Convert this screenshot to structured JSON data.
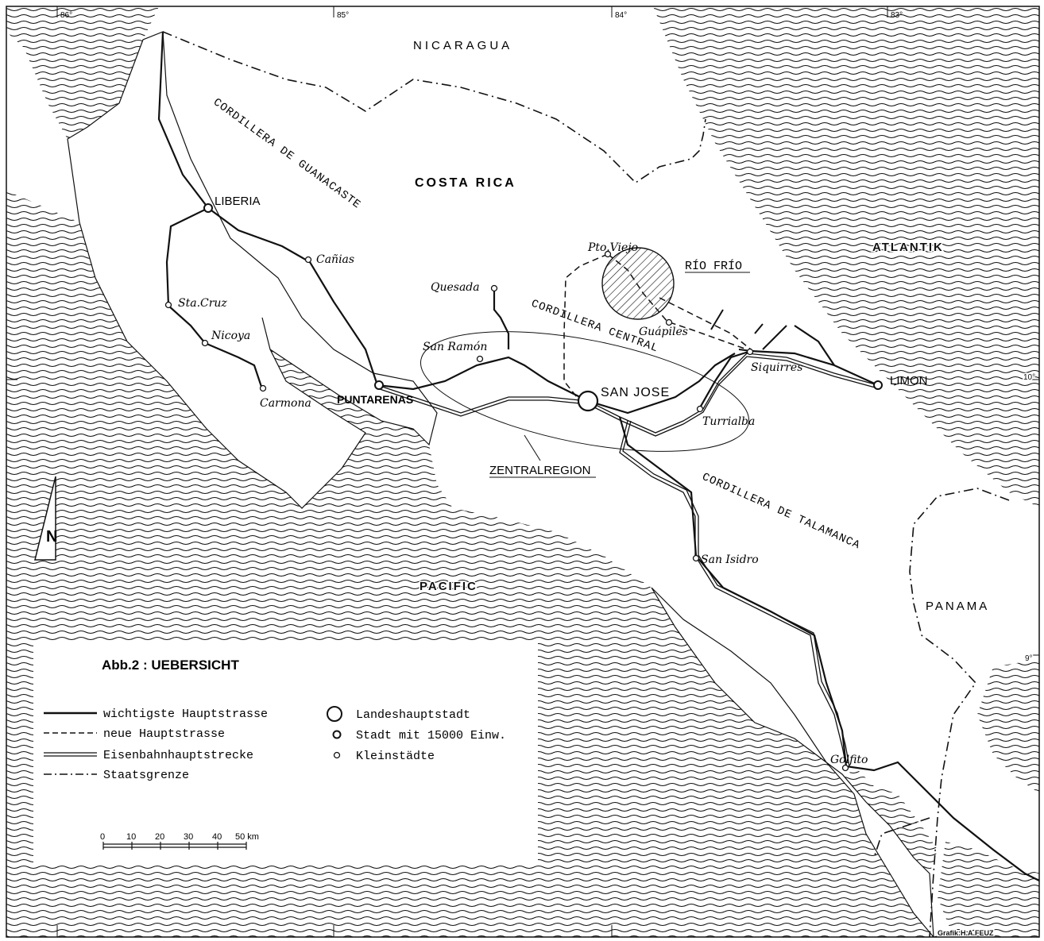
{
  "countries": {
    "nicaragua": "NICARAGUA",
    "costa_rica": "COSTA RICA",
    "panama": "PANAMA"
  },
  "seas": {
    "atlantic": "ATLANTIK",
    "pacific": "PACIFIC"
  },
  "ranges": {
    "guanacaste": "CORDILLERA DE GUANACASTE",
    "central": "CORDILLERA CENTRAL",
    "talamanca": "CORDILLERA DE TALAMANCA"
  },
  "regions": {
    "rio_frio": "RÍO FRÍO",
    "zentralregion": "ZENTRALREGION"
  },
  "cities": {
    "liberia": "LIBERIA",
    "canias": "Cañias",
    "sta_cruz": "Sta.Cruz",
    "nicoya": "Nicoya",
    "carmona": "Carmona",
    "puntarenas": "PUNTARENAS",
    "quesada": "Quesada",
    "san_ramon": "San Ramón",
    "pto_viejo": "Pto.Viejo",
    "guapiles": "Guápiles",
    "siquirres": "Siquirres",
    "limon": "LIMON",
    "san_jose": "SAN JOSE",
    "turrialba": "Turrialba",
    "san_isidro": "San Isidro",
    "golfito": "Golfito"
  },
  "graticule": {
    "lon_85": "85°",
    "lon_84": "84°",
    "lon_83": "83°",
    "lon_86": "86°",
    "lat_10": "10°",
    "lat_9": "9°"
  },
  "north_arrow": "N",
  "legend": {
    "title": "Abb.2 : UEBERSICHT",
    "lines": [
      "wichtigste Hauptstrasse",
      "neue Hauptstrasse",
      "Eisenbahnhauptstrecke",
      "Staatsgrenze"
    ],
    "points": [
      "Landeshauptstadt",
      "Stadt mit  15000 Einw.",
      "Kleinstädte"
    ],
    "scale_ticks": [
      "0",
      "10",
      "20",
      "30",
      "40",
      "50 km"
    ]
  },
  "credit": "Grafik:H.A.FEUZ",
  "colors": {
    "ink": "#111111",
    "paper": "#ffffff"
  }
}
